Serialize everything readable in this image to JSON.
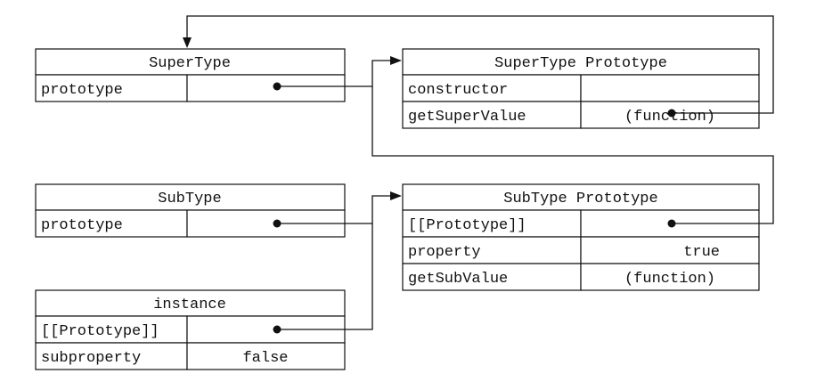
{
  "boxes": {
    "supertype": {
      "title": "SuperType",
      "rows": [
        {
          "key": "prototype",
          "value": ""
        }
      ]
    },
    "supertype_prototype": {
      "title": "SuperType Prototype",
      "rows": [
        {
          "key": "constructor",
          "value": ""
        },
        {
          "key": "getSuperValue",
          "value": "(function)"
        }
      ]
    },
    "subtype": {
      "title": "SubType",
      "rows": [
        {
          "key": "prototype",
          "value": ""
        }
      ]
    },
    "subtype_prototype": {
      "title": "SubType Prototype",
      "rows": [
        {
          "key": "[[Prototype]]",
          "value": ""
        },
        {
          "key": "property",
          "value": "true"
        },
        {
          "key": "getSubValue",
          "value": "(function)"
        }
      ]
    },
    "instance": {
      "title": "instance",
      "rows": [
        {
          "key": "[[Prototype]]",
          "value": ""
        },
        {
          "key": "subproperty",
          "value": "false"
        }
      ]
    }
  },
  "colors": {
    "stroke": "#111111",
    "background": "#ffffff"
  }
}
